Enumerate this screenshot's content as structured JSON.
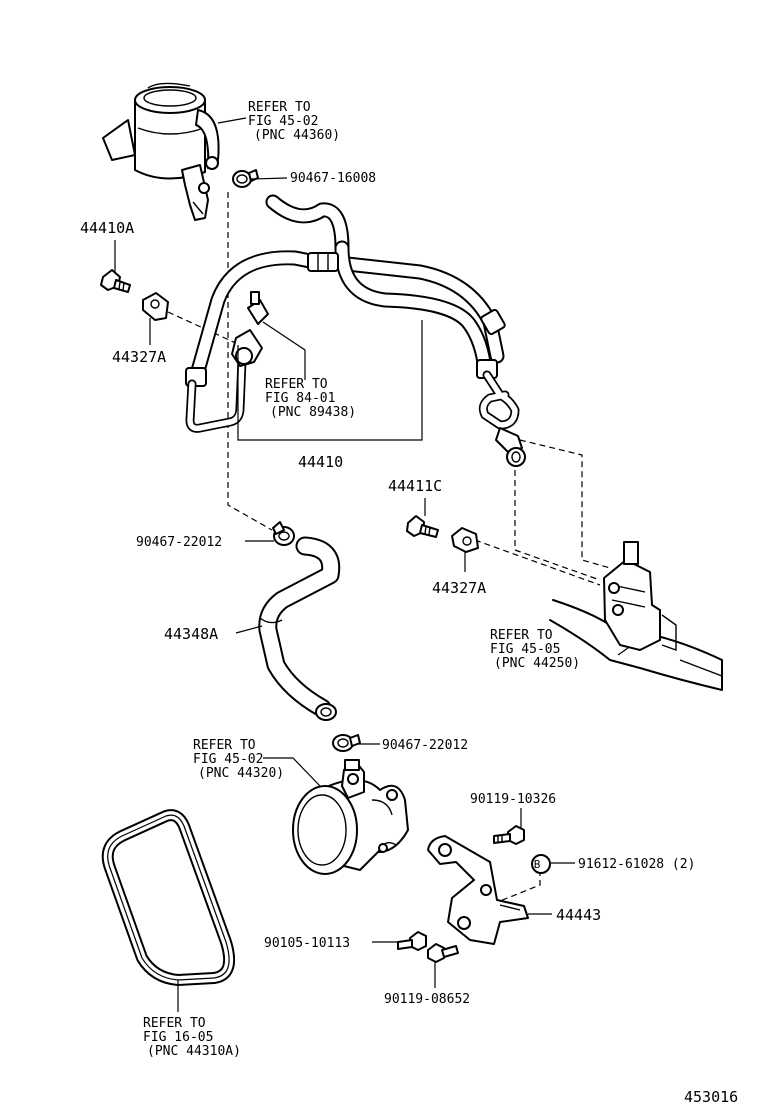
{
  "labels": {
    "reservoir_ref": [
      "REFER TO",
      "FIG 45-02",
      "(PNC 44360)"
    ],
    "clamp_top": "90467-16008",
    "bolt_top": "44410A",
    "clamp_plate_top": "44327A",
    "pipe_ref": [
      "REFER TO",
      "FIG 84-01",
      "(PNC 89438)"
    ],
    "pipe_assembly": "44410",
    "bolt_mid": "44411C",
    "clamp_plate_mid": "44327A",
    "clamp_left": "90467-22012",
    "return_hose": "44348A",
    "gear_ref": [
      "REFER TO",
      "FIG 45-05",
      "(PNC 44250)"
    ],
    "clamp_pump": "90467-22012",
    "pump_ref": [
      "REFER TO",
      "FIG 45-02",
      "(PNC 44320)"
    ],
    "bolt_bracket_upper": "90119-10326",
    "nut_bracket": "91612-61028 (2)",
    "bracket": "44443",
    "bolt_bracket_left": "90105-10113",
    "bolt_bracket_lower": "90119-08652",
    "belt_ref": [
      "REFER TO",
      "FIG 16-05",
      "(PNC 44310A)"
    ],
    "nut_marker": "B",
    "figure_number": "453016"
  }
}
